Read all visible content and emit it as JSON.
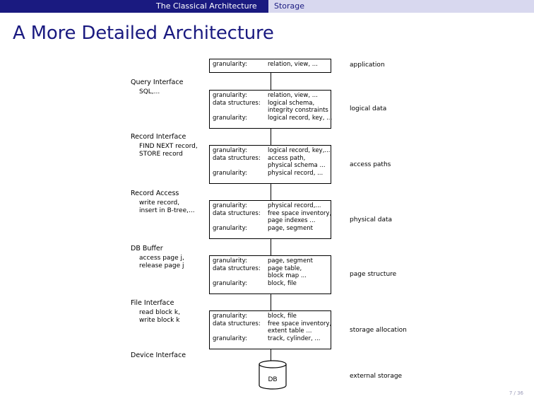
{
  "header": {
    "left_section": "The Classical Architecture",
    "right_section": "Storage"
  },
  "title": "A More Detailed Architecture",
  "interfaces": [
    {
      "title": "Query Interface",
      "desc": [
        "SQL,..."
      ]
    },
    {
      "title": "Record Interface",
      "desc": [
        "FIND NEXT record,",
        "STORE record"
      ]
    },
    {
      "title": "Record Access",
      "desc": [
        "write record,",
        "insert in B-tree,..."
      ]
    },
    {
      "title": "DB Buffer",
      "desc": [
        "access page j,",
        "release page j"
      ]
    },
    {
      "title": "File Interface",
      "desc": [
        "read block k,",
        "write block k"
      ]
    },
    {
      "title": "Device Interface",
      "desc": []
    }
  ],
  "boxes": [
    {
      "rows": [
        [
          "granularity:",
          "relation, view, ..."
        ]
      ]
    },
    {
      "rows": [
        [
          "granularity:",
          "relation, view, ..."
        ],
        [
          "data structures:",
          "logical schema,"
        ],
        [
          "",
          "integrity constraints"
        ],
        [
          "granularity:",
          "logical record, key, ..."
        ]
      ]
    },
    {
      "rows": [
        [
          "granularity:",
          "logical record, key,..."
        ],
        [
          "data structures:",
          "access path,"
        ],
        [
          "",
          "physical schema ..."
        ],
        [
          "granularity:",
          "physical record, ..."
        ]
      ]
    },
    {
      "rows": [
        [
          "granularity:",
          "physical record,..."
        ],
        [
          "data structures:",
          "free space inventory,"
        ],
        [
          "",
          "page indexes ..."
        ],
        [
          "granularity:",
          "page, segment"
        ]
      ]
    },
    {
      "rows": [
        [
          "granularity:",
          "page, segment"
        ],
        [
          "data structures:",
          "page table,"
        ],
        [
          "",
          "block map ..."
        ],
        [
          "granularity:",
          "block, file"
        ]
      ]
    },
    {
      "rows": [
        [
          "granularity:",
          "block, file"
        ],
        [
          "data structures:",
          "free space inventory,"
        ],
        [
          "",
          "extent table ..."
        ],
        [
          "granularity:",
          "track, cylinder, ..."
        ]
      ]
    }
  ],
  "layers": [
    "application",
    "logical data",
    "access paths",
    "physical data",
    "page structure",
    "storage allocation",
    "external storage"
  ],
  "db_label": "DB",
  "page_number": "7 / 36"
}
